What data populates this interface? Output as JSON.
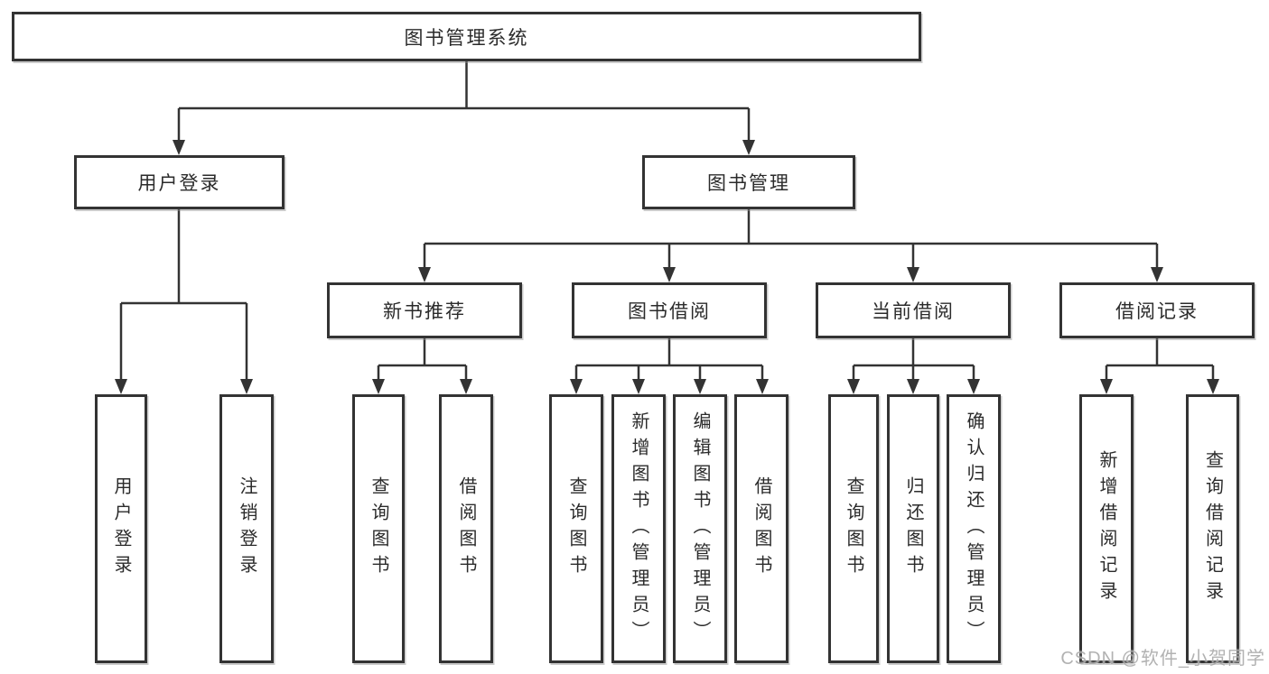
{
  "tree": {
    "root": "图书管理系统",
    "level1": [
      "用户登录",
      "图书管理"
    ],
    "level2": [
      "新书推荐",
      "图书借阅",
      "当前借阅",
      "借阅记录"
    ],
    "leaves": {
      "g1": [
        "用户登录",
        "注销登录"
      ],
      "g2": [
        "查询图书",
        "借阅图书"
      ],
      "g3": [
        "查询图书",
        "新增图书（管理员）",
        "编辑图书（管理员）",
        "借阅图书"
      ],
      "g4": [
        "查询图书",
        "归还图书",
        "确认归还（管理员）"
      ],
      "g5": [
        "新增借阅记录",
        "查询借阅记录"
      ]
    }
  },
  "watermark": "CSDN @软件_小贺同学",
  "colors": {
    "line": "#333333",
    "box_border": "#333333",
    "text": "#2b2b2b",
    "watermark": "#a5a5a5",
    "background": "#ffffff"
  }
}
